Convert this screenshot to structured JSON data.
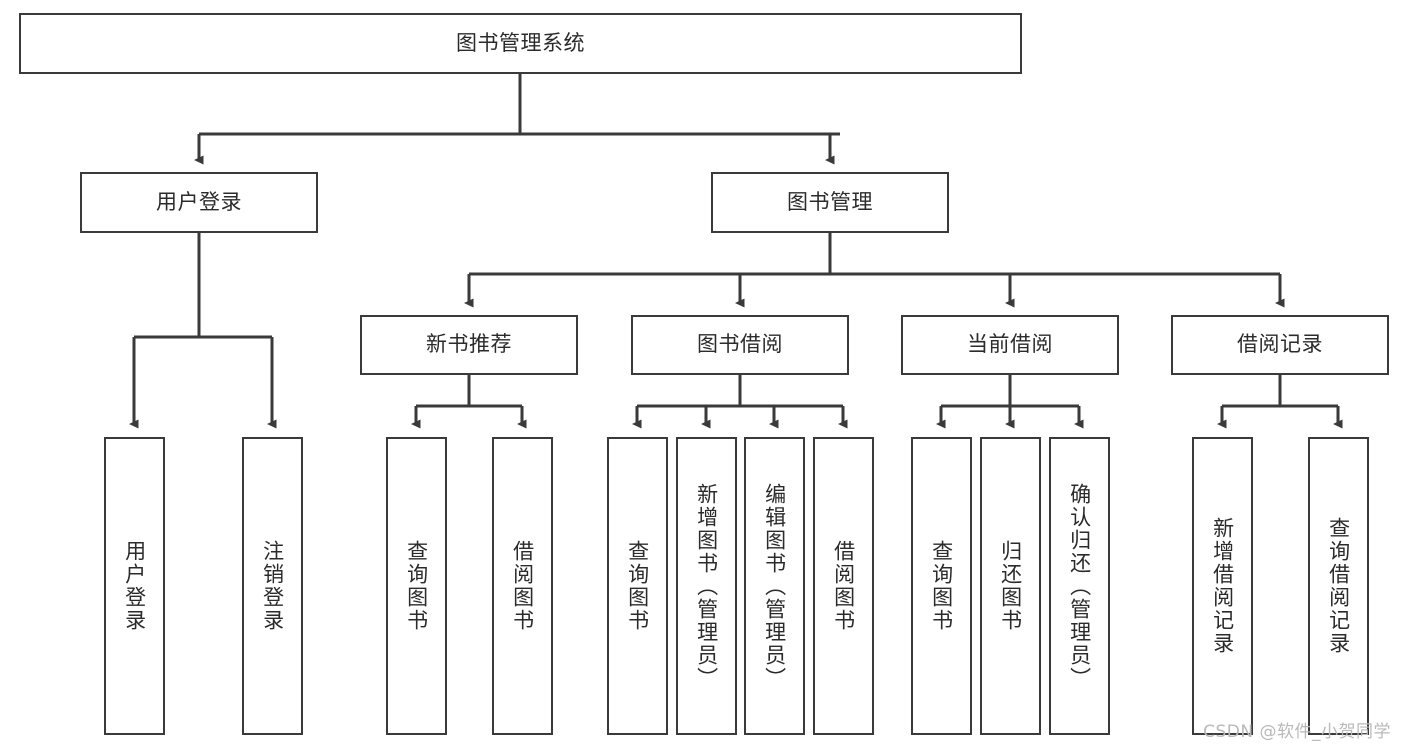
{
  "diagram": {
    "title": "图书管理系统",
    "type": "hierarchy-tree",
    "watermark": "CSDN @软件_小贺同学",
    "colors": {
      "box_border": "#3a3a3a",
      "box_fill": "#ffffff",
      "connector": "#3a3a3a",
      "text": "#2b2b2b",
      "watermark": "#b9b9b9"
    },
    "root": {
      "label": "图书管理系统"
    },
    "level1": [
      {
        "label": "用户登录"
      },
      {
        "label": "图书管理"
      }
    ],
    "level2": [
      {
        "label": "新书推荐"
      },
      {
        "label": "图书借阅"
      },
      {
        "label": "当前借阅"
      },
      {
        "label": "借阅记录"
      }
    ],
    "leaves": {
      "user_login": [
        {
          "label": "用户登录"
        },
        {
          "label": "注销登录"
        }
      ],
      "new_book_recommend": [
        {
          "label": "查询图书"
        },
        {
          "label": "借阅图书"
        }
      ],
      "book_borrow": [
        {
          "label": "查询图书"
        },
        {
          "label": "新增图书（管理员）"
        },
        {
          "label": "编辑图书（管理员）"
        },
        {
          "label": "借阅图书"
        }
      ],
      "current_borrow": [
        {
          "label": "查询图书"
        },
        {
          "label": "归还图书"
        },
        {
          "label": "确认归还（管理员）"
        }
      ],
      "borrow_record": [
        {
          "label": "新增借阅记录"
        },
        {
          "label": "查询借阅记录"
        }
      ]
    }
  }
}
